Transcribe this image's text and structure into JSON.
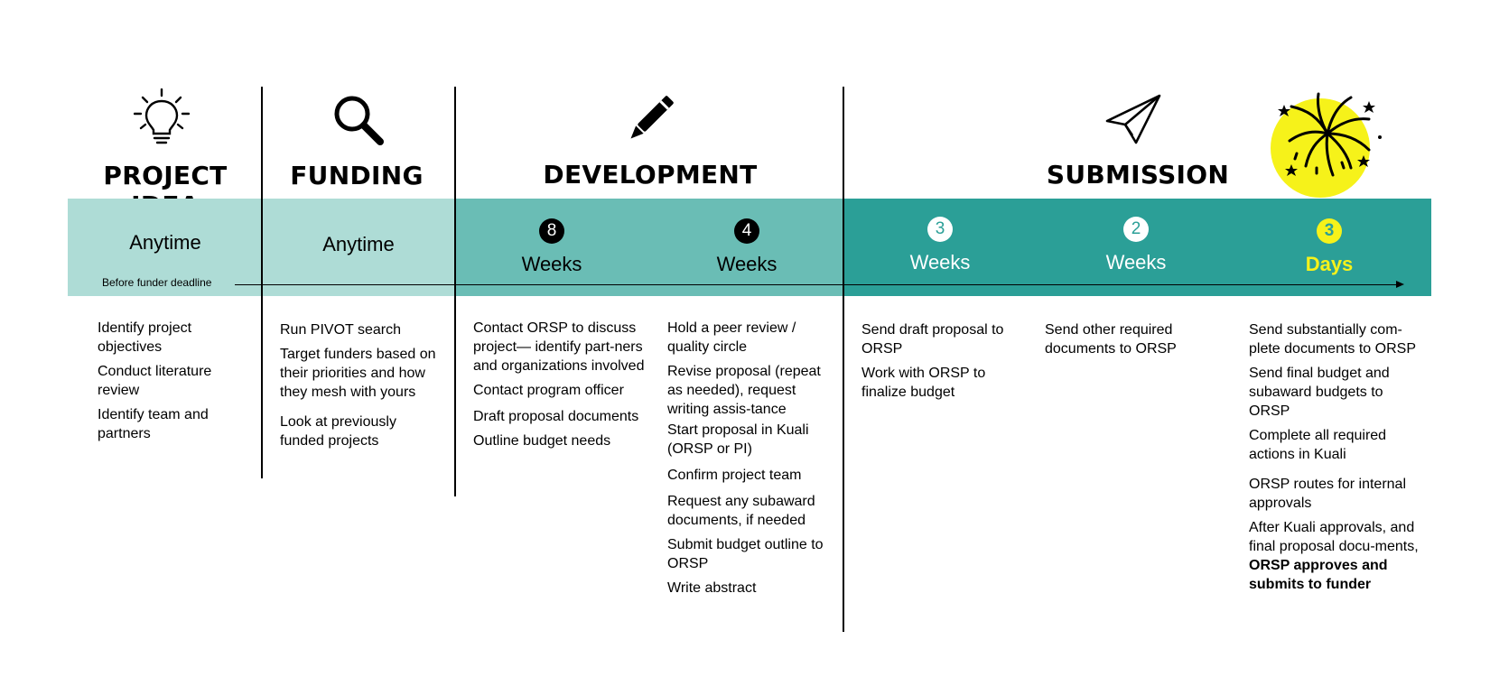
{
  "phases": {
    "project_idea": "PROJECT IDEA",
    "funding": "FUNDING",
    "development": "DEVELOPMENT",
    "submission": "SUBMISSION"
  },
  "icons": {
    "project_idea": "lightbulb-icon",
    "funding": "magnifier-icon",
    "development": "pencil-icon",
    "submission": "paper-plane-icon",
    "finale": "fireworks-icon"
  },
  "timeline": {
    "deadline_label": "Before funder deadline",
    "project_idea": {
      "label": "Anytime"
    },
    "funding": {
      "label": "Anytime"
    },
    "dev1": {
      "number": "8",
      "unit": "Weeks"
    },
    "dev2": {
      "number": "4",
      "unit": "Weeks"
    },
    "sub1": {
      "number": "3",
      "unit": "Weeks"
    },
    "sub2": {
      "number": "2",
      "unit": "Weeks"
    },
    "sub3": {
      "number": "3",
      "unit": "Days"
    }
  },
  "tasks": {
    "project_idea": [
      "Identify project objectives",
      "Conduct literature review",
      "Identify team and partners"
    ],
    "funding": [
      "Run PIVOT search",
      "Target funders based on their priorities and how they  mesh with yours",
      "Look at previously funded projects"
    ],
    "dev1": [
      "Contact ORSP to discuss project— identify part-ners and organizations involved",
      "Contact program officer",
      "Draft proposal documents",
      "Outline budget needs"
    ],
    "dev2": [
      "Hold a peer review / quality circle",
      "Revise proposal (repeat as needed), request writing assis-tance",
      "Start proposal in Kuali (ORSP or PI)",
      "Confirm project team",
      "Request any subaward documents, if needed",
      "Submit budget outline to ORSP",
      "Write abstract"
    ],
    "sub1": [
      "Send draft proposal to ORSP",
      "Work with ORSP to finalize budget"
    ],
    "sub2": [
      "Send other required documents to ORSP"
    ],
    "sub3": [
      "Send substantially com-plete documents to ORSP",
      "Send final budget and subaward budgets to ORSP",
      "Complete all required actions in Kuali",
      "ORSP routes for internal approvals"
    ],
    "sub3_last_prefix": "After Kuali approvals, and final proposal docu-ments,",
    "sub3_last_bold": "ORSP approves and submits to funder"
  },
  "colors": {
    "light_teal": "#aedcd6",
    "mid_teal": "#6abdb5",
    "dark_teal": "#2b9f97",
    "yellow": "#f6f21a"
  }
}
